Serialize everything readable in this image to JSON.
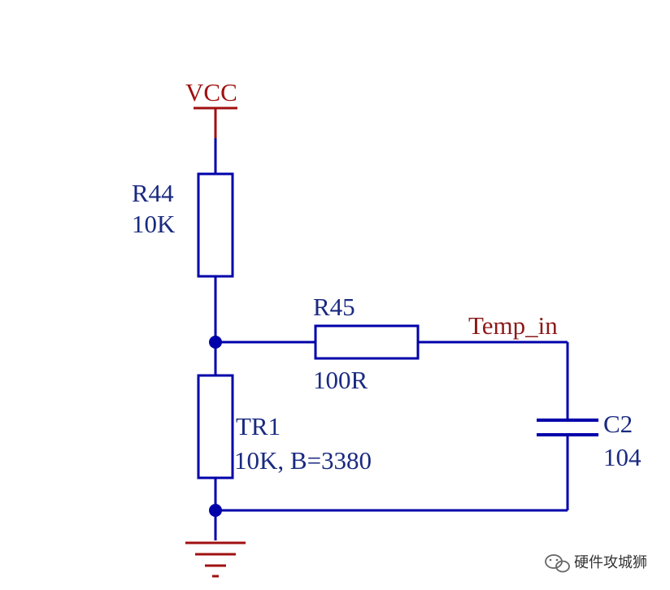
{
  "colors": {
    "wire": "#0000aa",
    "net_label": "#8b1a1a",
    "power": "#a01010",
    "component_label": "#1a2a80",
    "background": "#ffffff"
  },
  "power": {
    "vcc_label": "VCC"
  },
  "components": {
    "r44": {
      "designator": "R44",
      "value": "10K"
    },
    "r45": {
      "designator": "R45",
      "value": "100R"
    },
    "tr1": {
      "designator": "TR1",
      "value": "10K, B=3380"
    },
    "c2": {
      "designator": "C2",
      "value": "104"
    }
  },
  "nets": {
    "temp_in": "Temp_in"
  },
  "watermark": {
    "text": "硬件攻城狮",
    "icon": "wechat-icon"
  }
}
